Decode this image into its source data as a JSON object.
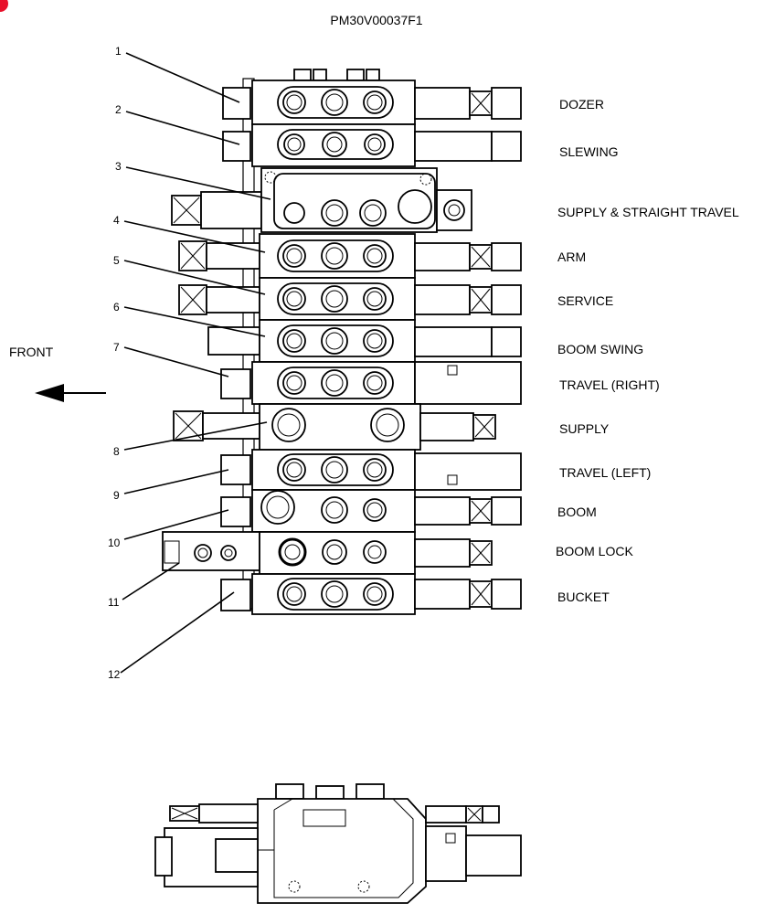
{
  "title": "PM30V00037F1",
  "front_label": "FRONT",
  "sections": [
    {
      "num": "1",
      "name": "DOZER"
    },
    {
      "num": "2",
      "name": "SLEWING"
    },
    {
      "num": "3",
      "name": "SUPPLY & STRAIGHT TRAVEL"
    },
    {
      "num": "4",
      "name": "ARM"
    },
    {
      "num": "5",
      "name": "SERVICE"
    },
    {
      "num": "6",
      "name": "BOOM SWING"
    },
    {
      "num": "7",
      "name": "TRAVEL (RIGHT)"
    },
    {
      "num": "8",
      "name": "SUPPLY"
    },
    {
      "num": "9",
      "name": "TRAVEL (LEFT)"
    },
    {
      "num": "10",
      "name": "BOOM"
    },
    {
      "num": "11",
      "name": "BOOM LOCK"
    },
    {
      "num": "12",
      "name": "BUCKET"
    }
  ],
  "colors": {
    "line": "#000000",
    "background": "#ffffff",
    "corner_mark": "#e8102a"
  }
}
